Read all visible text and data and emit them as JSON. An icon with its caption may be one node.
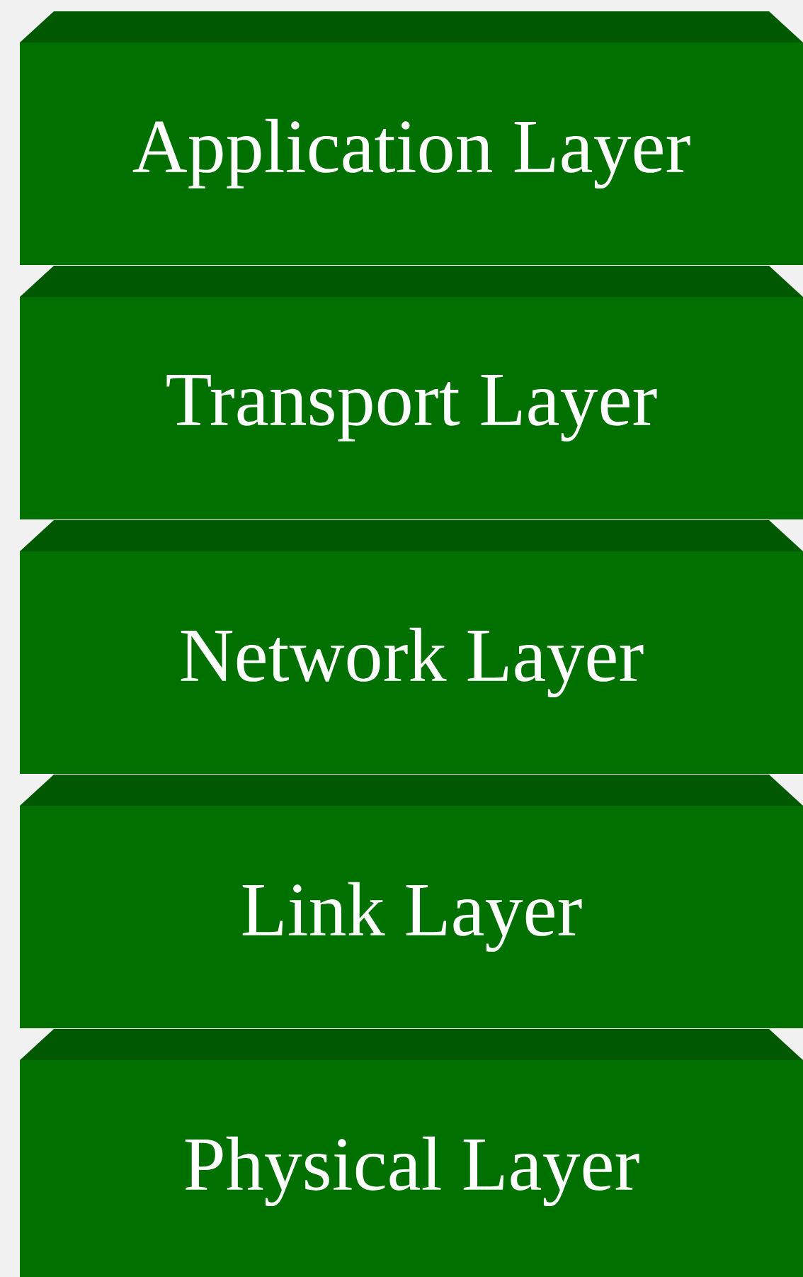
{
  "diagram": {
    "nodes": [
      {
        "text": [
          "Application Layer"
        ]
      },
      {
        "text": [
          "Transport Layer"
        ]
      },
      {
        "text": [
          "Network Layer"
        ]
      },
      {
        "text": [
          "Link Layer"
        ]
      },
      {
        "text": [
          "Physical Layer"
        ]
      }
    ]
  }
}
